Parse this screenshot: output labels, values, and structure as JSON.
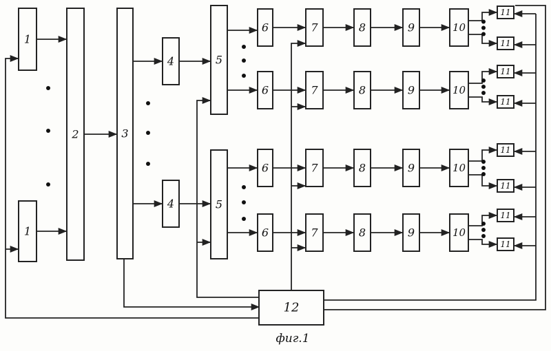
{
  "labels": {
    "b1": "1",
    "b2": "2",
    "b3": "3",
    "b4": "4",
    "b5": "5",
    "b6": "6",
    "b7": "7",
    "b8": "8",
    "b9": "9",
    "b10": "10",
    "b11": "11",
    "b12": "12"
  },
  "caption": "фиг.1"
}
